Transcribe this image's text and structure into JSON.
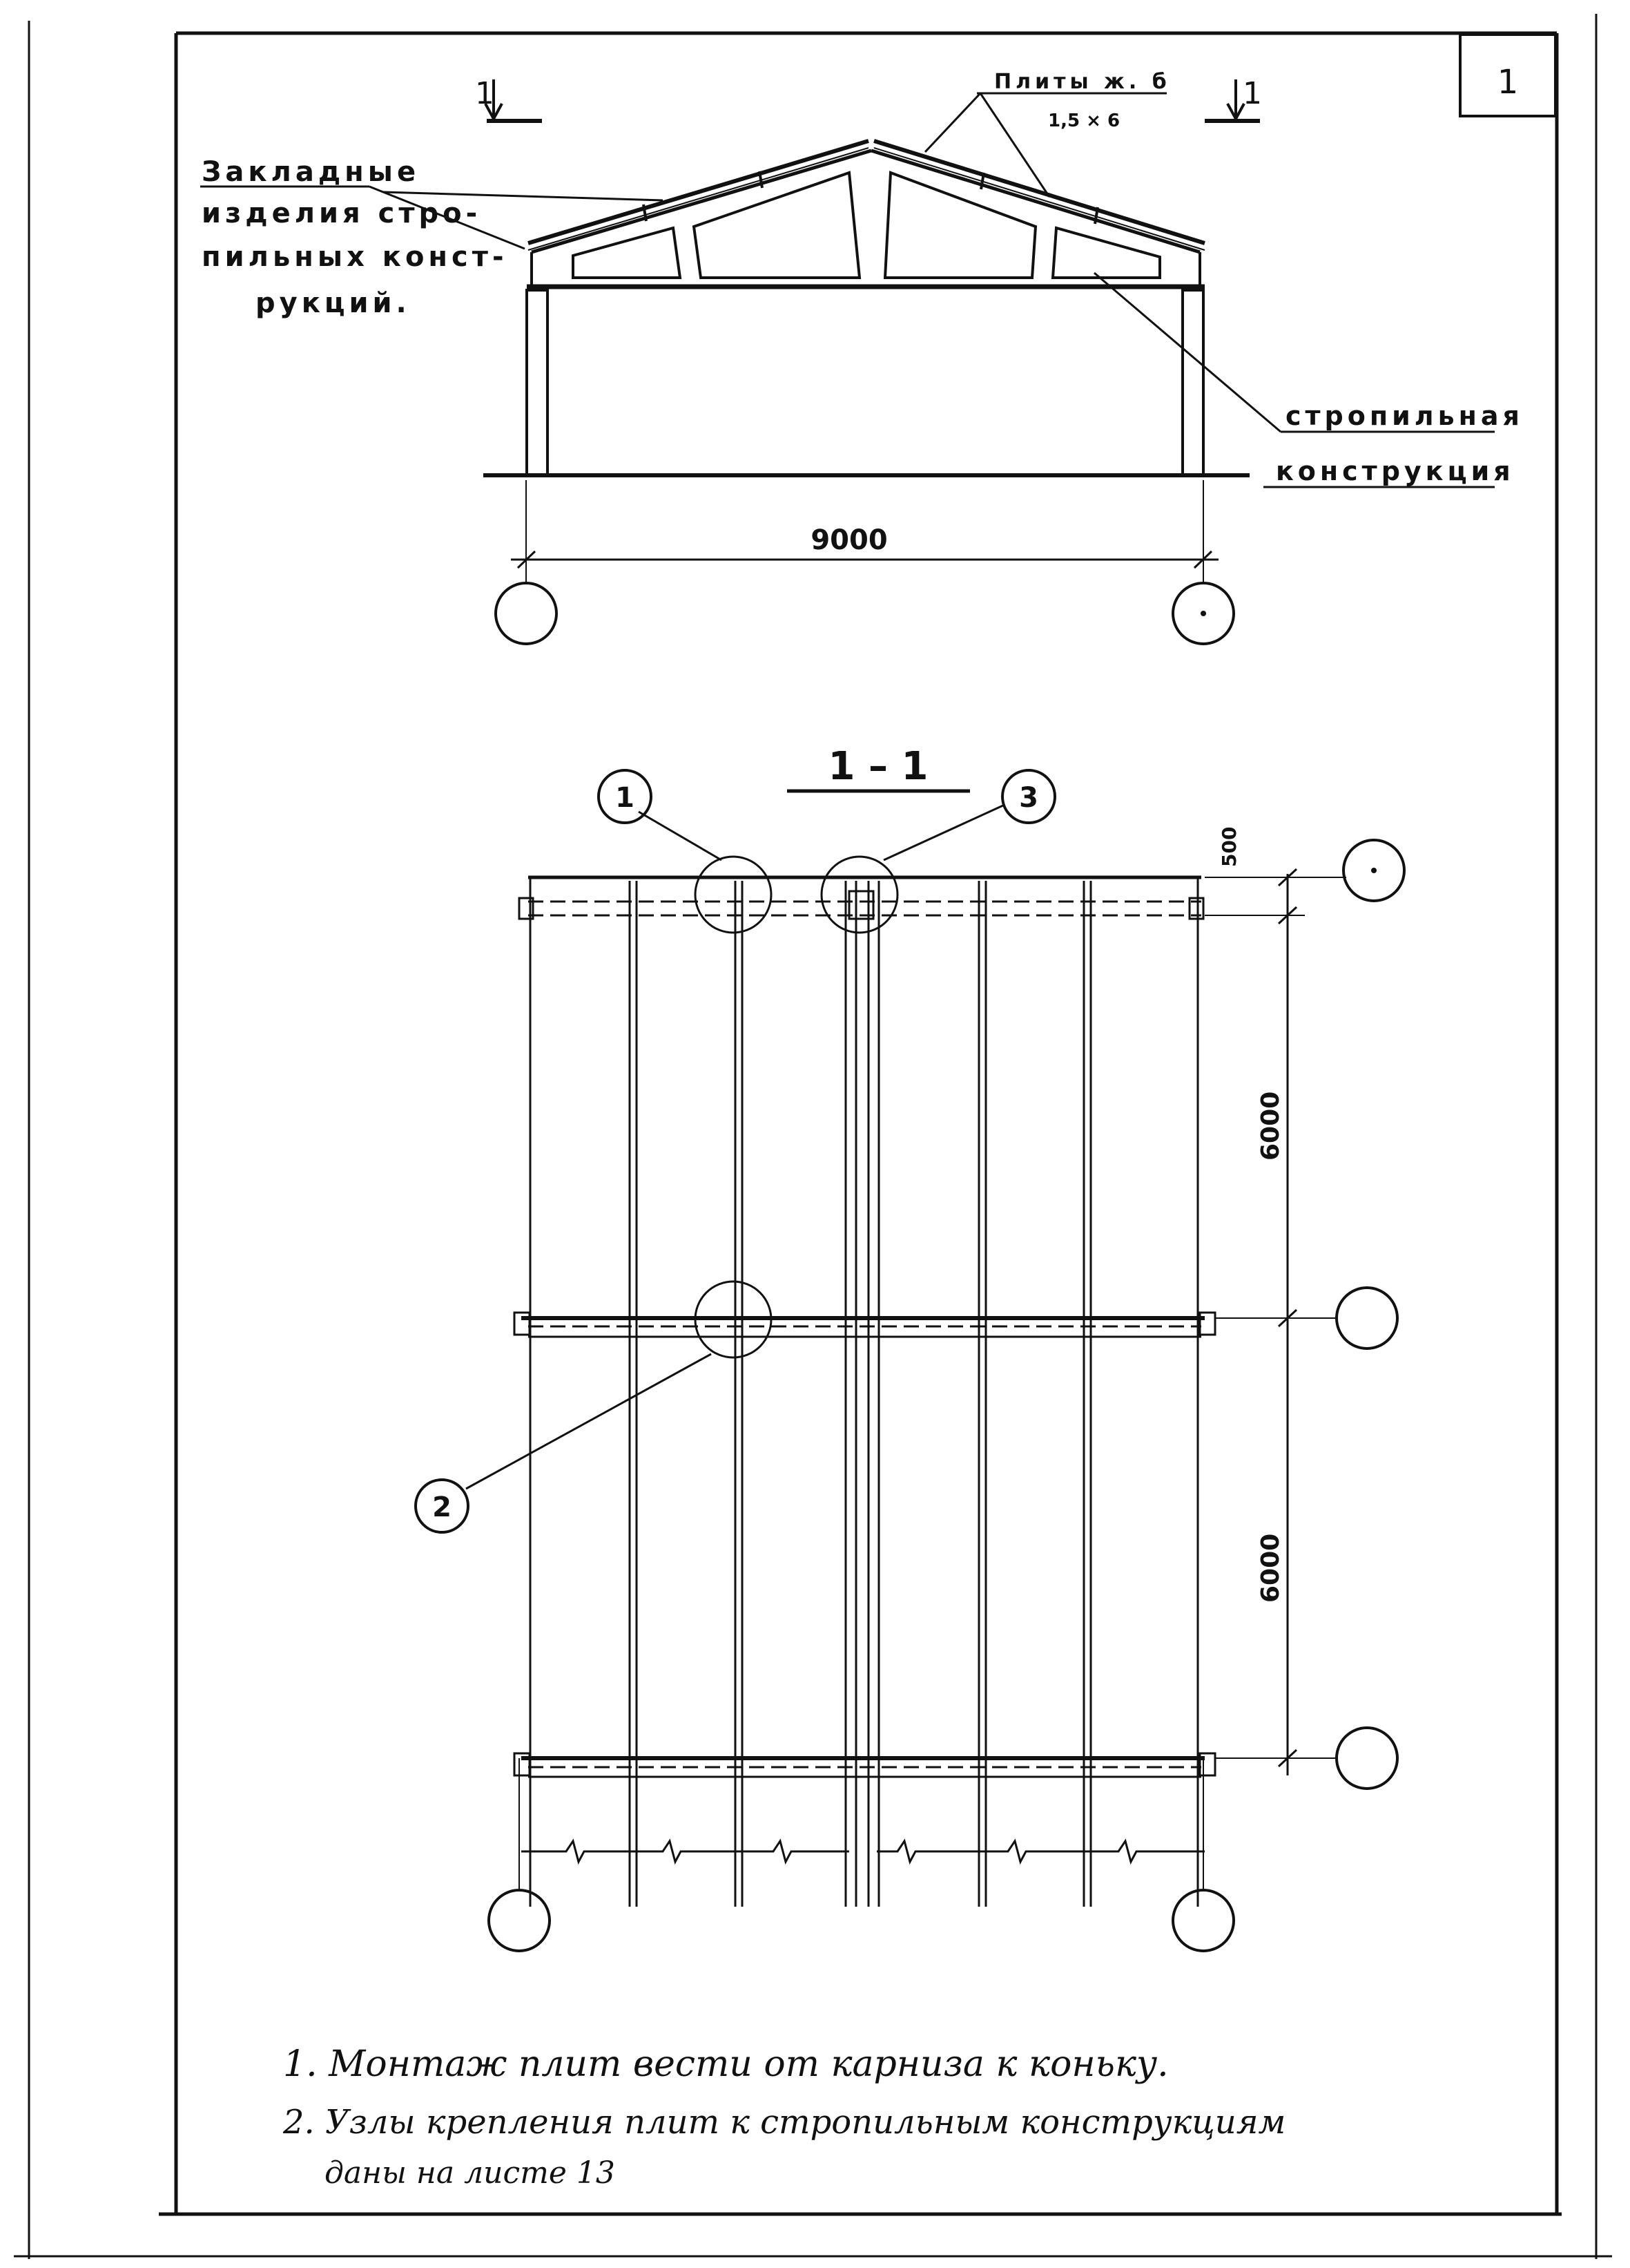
{
  "sheet_number": "1",
  "section_marks": {
    "left": "1",
    "right": "1"
  },
  "labels": {
    "embedded_parts": [
      "Закладные",
      "изделия стро-",
      "пильных конст-",
      "рукций."
    ],
    "slabs": [
      "Плиты ж. б",
      "1,5 × 6"
    ],
    "rafter_structure": [
      "стропильная",
      "конструкция"
    ]
  },
  "dimensions": {
    "span": "9000",
    "bay_upper": "6000",
    "bay_lower": "6000",
    "edge": "500"
  },
  "section_title": "1 – 1",
  "callouts": [
    "1",
    "2",
    "3"
  ],
  "notes": [
    "1. Монтаж плит вести от карниза к коньку.",
    "2. Узлы крепления плит к стропильным конструкциям",
    "даны на листе 13"
  ]
}
